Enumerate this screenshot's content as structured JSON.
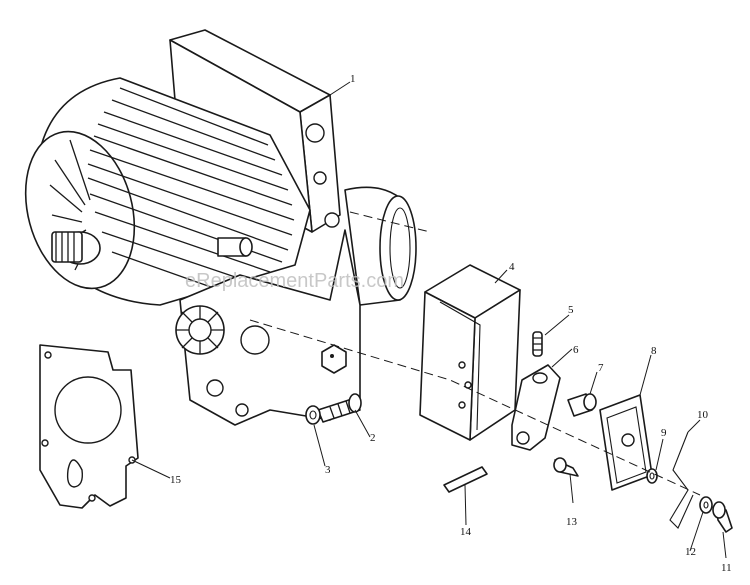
{
  "watermark": "eReplacementParts.com",
  "callouts": [
    {
      "id": "1",
      "label": "1"
    },
    {
      "id": "2",
      "label": "2"
    },
    {
      "id": "3",
      "label": "3"
    },
    {
      "id": "4",
      "label": "4"
    },
    {
      "id": "5",
      "label": "5"
    },
    {
      "id": "6",
      "label": "6"
    },
    {
      "id": "7",
      "label": "7"
    },
    {
      "id": "8",
      "label": "8"
    },
    {
      "id": "9",
      "label": "9"
    },
    {
      "id": "10",
      "label": "10"
    },
    {
      "id": "11",
      "label": "11"
    },
    {
      "id": "12",
      "label": "12"
    },
    {
      "id": "13",
      "label": "13"
    },
    {
      "id": "14",
      "label": "14"
    },
    {
      "id": "15",
      "label": "15"
    }
  ]
}
